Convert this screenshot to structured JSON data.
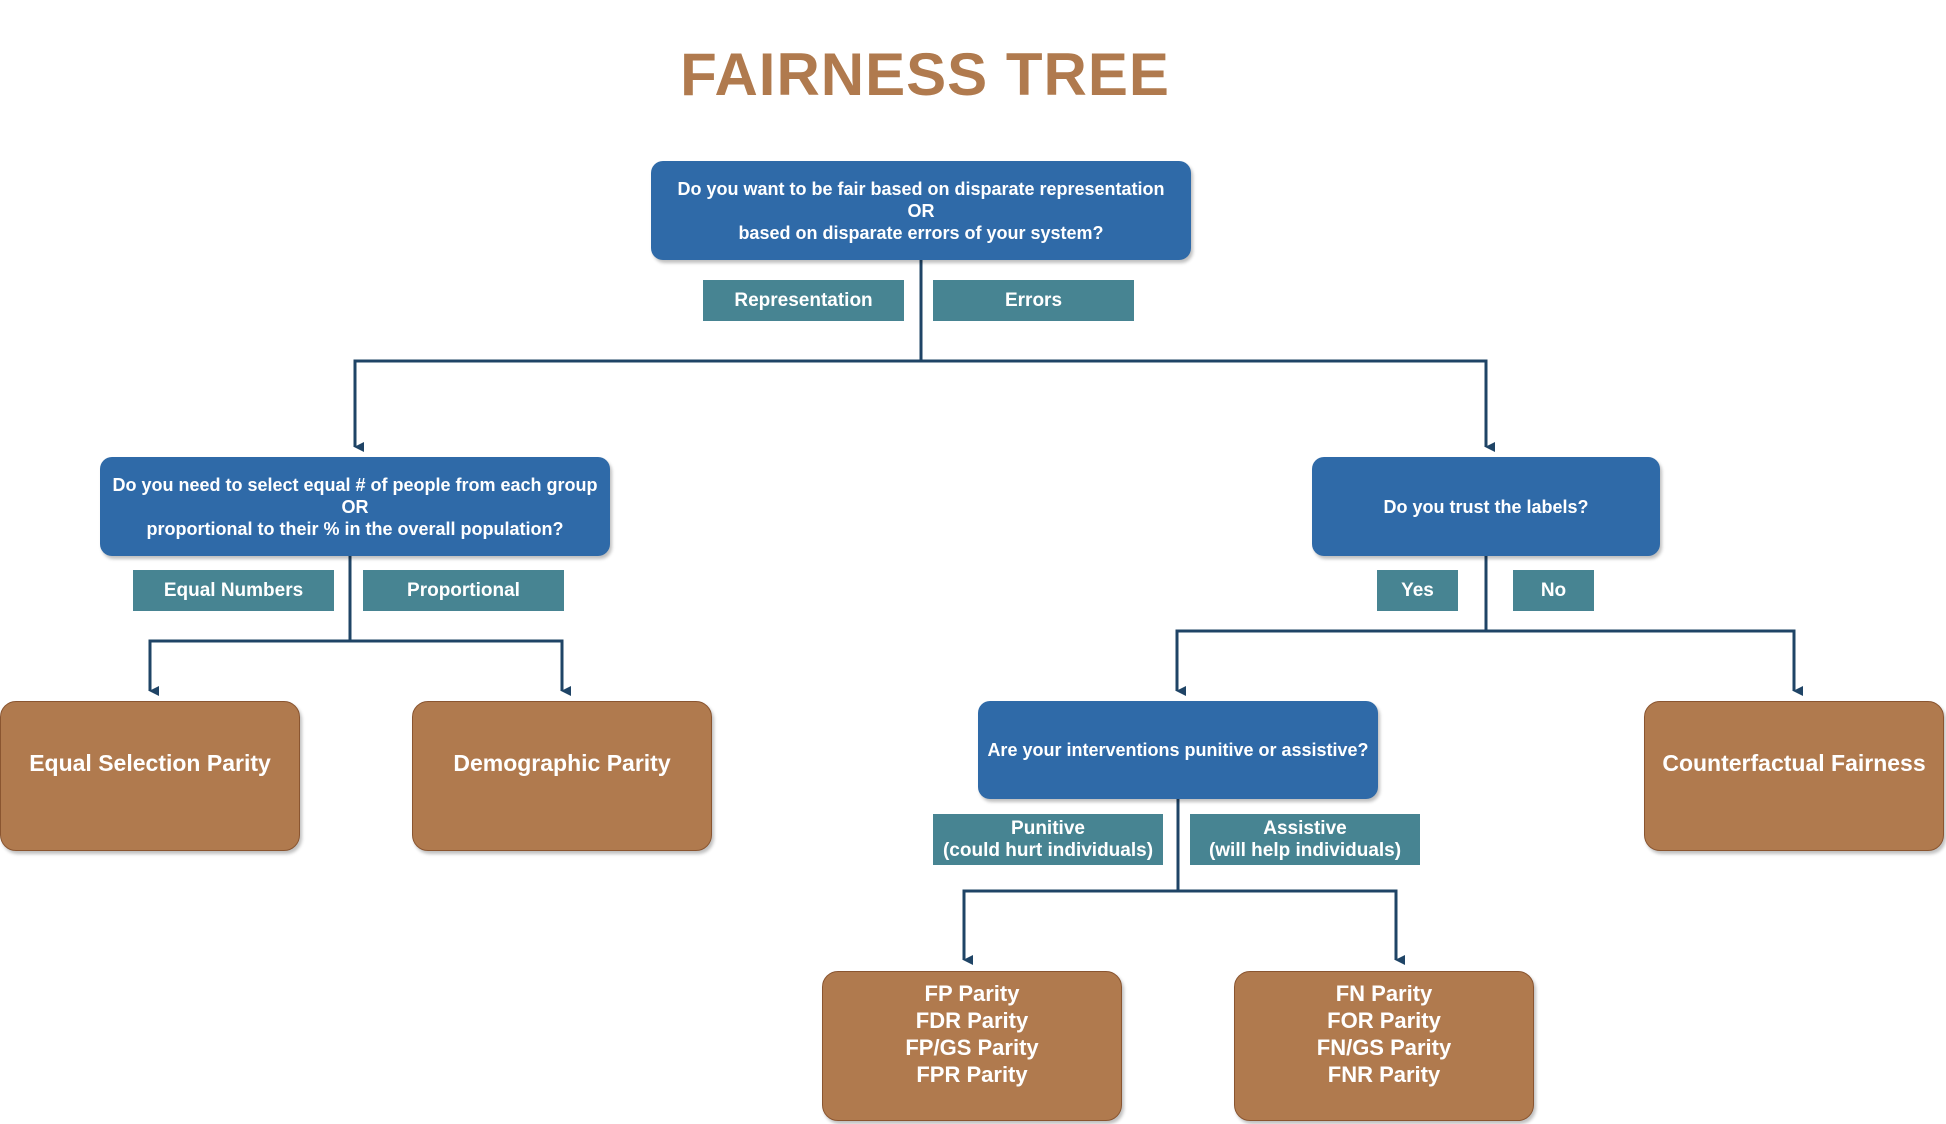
{
  "title": "FAIRNESS TREE",
  "colors": {
    "question_box": "#2f6aa8",
    "answer_label": "#478492",
    "leaf_box": "#b07a4e",
    "connector": "#1f4466",
    "title": "#b07a4e"
  },
  "root_question": {
    "lines": [
      "Do you want to be fair based on disparate representation",
      "OR",
      "based on disparate errors of your system?"
    ],
    "answers": [
      "Representation",
      "Errors"
    ]
  },
  "representation_question": {
    "lines": [
      "Do you need to select equal # of people from each group",
      "OR",
      "proportional to their % in the overall population?"
    ],
    "answers": [
      "Equal Numbers",
      "Proportional"
    ]
  },
  "labels_question": {
    "text": "Do you trust the labels?",
    "answers": [
      "Yes",
      "No"
    ]
  },
  "interventions_question": {
    "text": "Are your interventions punitive or assistive?",
    "answers": [
      [
        "Punitive",
        "(could hurt individuals)"
      ],
      [
        "Assistive",
        "(will help individuals)"
      ]
    ]
  },
  "leaves": {
    "equal_selection": "Equal Selection Parity",
    "demographic": "Demographic Parity",
    "counterfactual": "Counterfactual Fairness",
    "fp_group": [
      "FP Parity",
      "FDR Parity",
      "FP/GS Parity",
      "FPR Parity"
    ],
    "fn_group": [
      "FN Parity",
      "FOR Parity",
      "FN/GS Parity",
      "FNR Parity"
    ]
  }
}
